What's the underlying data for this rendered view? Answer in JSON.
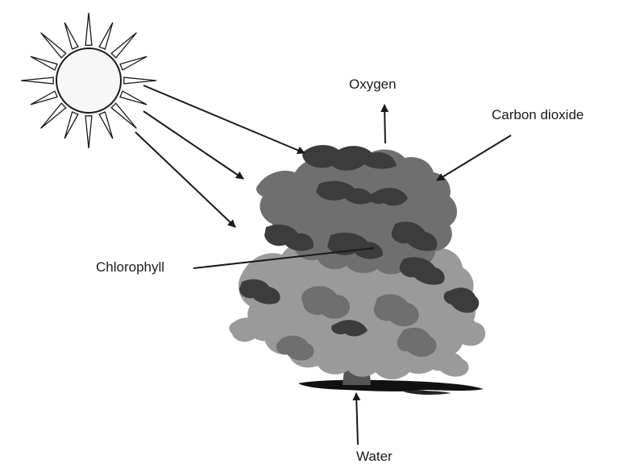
{
  "labels": {
    "oxygen": "Oxygen",
    "carbon_dioxide": "Carbon dioxide",
    "chlorophyll": "Chlorophyll",
    "water": "Water"
  },
  "colors": {
    "ink": "#1a1a1a",
    "sun_fill": "#f7f7f7",
    "foliage_dark": "#3c3c3c",
    "foliage_mid": "#6f6f6f",
    "foliage_light": "#9a9a9a",
    "trunk": "#555555"
  }
}
